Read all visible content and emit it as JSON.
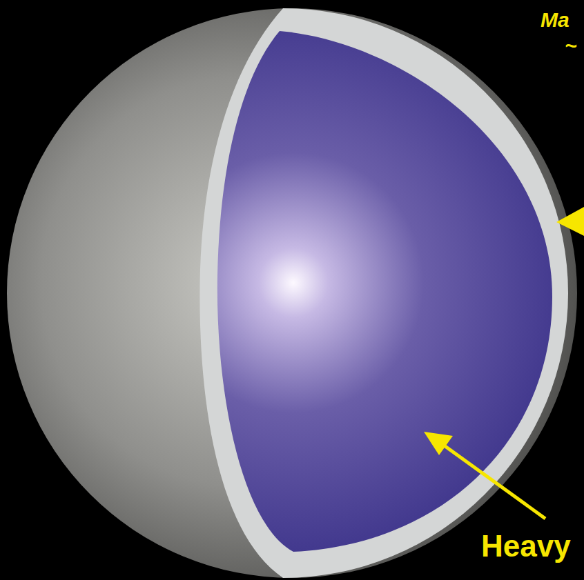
{
  "diagram": {
    "labels": [
      "Ma",
      "~",
      "Heavy"
    ]
  }
}
